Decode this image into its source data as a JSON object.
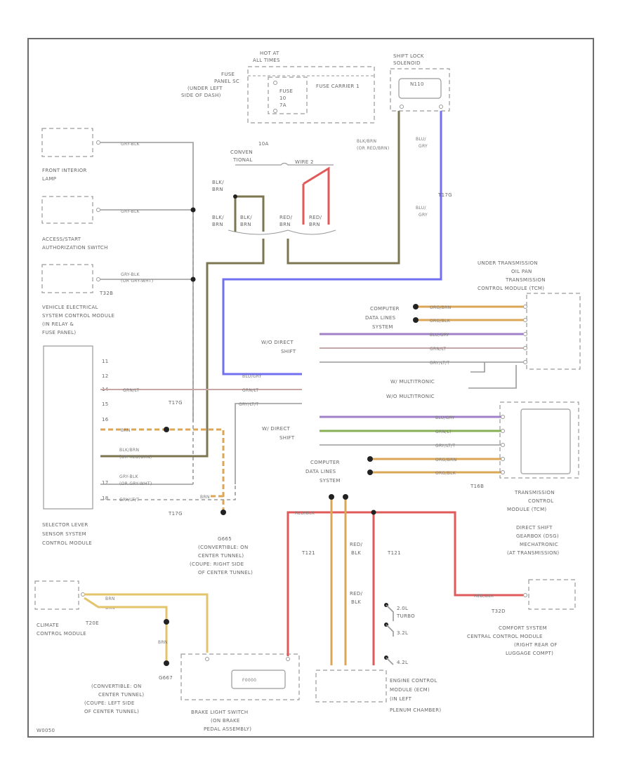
{
  "corner_code": "W0050",
  "fuse": {
    "hot_label": "HOT AT",
    "hot_sub": "ALL TIMES",
    "panel_label": [
      "FUSE",
      "PANEL SC",
      "(UNDER LEFT",
      "SIDE OF DASH)"
    ],
    "fuse_label": "FUSE",
    "fuse_number": "10",
    "fuse_amps": "7A",
    "carrier_label": "FUSE CARRIER 1"
  },
  "shift_lock": {
    "label": [
      "SHIFT LOCK",
      "SOLENOID"
    ],
    "code": "N110"
  },
  "front_interior_lamp": {
    "label": [
      "FRONT INTERIOR",
      "LAMP"
    ],
    "wire": "GRY-BLK"
  },
  "access_switch": {
    "label": [
      "ACCESS/START",
      "AUTHORIZATION SWITCH"
    ],
    "wire": "GRY-BLK"
  },
  "vehicle_electrical": {
    "label": [
      "VEHICLE ELECTRICAL",
      "SYSTEM CONTROL MODULE",
      "(IN RELAY &",
      "FUSE PANEL)"
    ],
    "wire_1": "GRY-BLK",
    "wire_2": "(OR GRY-WHT)",
    "connector": "T32B"
  },
  "conv_top": {
    "amp": "10A",
    "label": "CONVEN",
    "sub": "TIONAL",
    "wire_red": "WIRE 2"
  },
  "splice": {
    "blk_1": "BLK/",
    "blk_1b": "BRN",
    "blk_2": "BLK/",
    "blk_2b": "BRN",
    "blk_3": "BLK/",
    "blk_3b": "BRN",
    "red_1": "RED/",
    "red_1b": "BRN",
    "red_2": "RED/",
    "red_2b": "BRN"
  },
  "blk_brn_top": {
    "line1": "BLK/BRN",
    "line2": "(OR RED/BRN)"
  },
  "blu_gry_top": {
    "line1": "BLU/",
    "line2": "GRY",
    "line3": "BLU/",
    "line4": "GRY",
    "connector": "T17G"
  },
  "under_trans": {
    "label": [
      "UNDER TRANSMISSION",
      "OIL PAN",
      "TRANSMISSION",
      "CONTROL MODULE (TCM)"
    ]
  },
  "computer_data_1": {
    "label": [
      "COMPUTER",
      "DATA LINES",
      "SYSTEM"
    ]
  },
  "direct_shift_1": {
    "label": [
      "W/O DIRECT",
      "SHIFT"
    ]
  },
  "tcm_wires_upper": [
    "ORG/BRN",
    "ORG/BLK",
    "BLU/GRY",
    "GRN/LT",
    "GRY/LT/T"
  ],
  "multitronic": {
    "label_1": "W/ MULTITRONIC",
    "label_2": "W/O MULTITRONIC"
  },
  "selector_module": {
    "pins": [
      "11",
      "12",
      "14",
      "15",
      "16",
      "17",
      "18"
    ],
    "wire_blu_gry": "BLU/GRY",
    "wire_grn_lt": "GRN/LT",
    "wire_brn_gry": "GRY/LT/T",
    "wire_bln": "BRN",
    "wire_blk_brn": "BLK/BRN",
    "wire_blk_brn_alt": "(OR RED/BRN)",
    "wire_gry_blk": "GRY-BLK",
    "wire_gry_blk_alt": "(OR GRY-WHT)",
    "wire_gry_lt": "GRY/LT/T",
    "connector": "T17G",
    "label": [
      "SELECTOR LEVER",
      "SENSOR SYSTEM",
      "CONTROL MODULE"
    ]
  },
  "w_direct_shift": {
    "label": [
      "W/ DIRECT",
      "SHIFT"
    ]
  },
  "tcm_wires_lower": [
    "BLU/GRY",
    "GRN/LT",
    "GRY/LT/T",
    "ORG/BRN",
    "ORG/BLK"
  ],
  "computer_data_2": {
    "label": [
      "COMPUTER",
      "DATA LINES",
      "SYSTEM"
    ]
  },
  "direct_shift_gearbox": {
    "connector": "T16B",
    "label": [
      "TRANSMISSION",
      "CONTROL",
      "MODULE (TCM)"
    ],
    "sub": [
      "DIRECT SHIFT",
      "GEARBOX (DSG)",
      "MECHATRONIC",
      "(AT TRANSMISSION)"
    ]
  },
  "ground_g665": {
    "code": "G665",
    "label": [
      "(CONVERTIBLE: ON",
      "CENTER TUNNEL)",
      "(COUPE: RIGHT SIDE",
      "OF CENTER TUNNEL)"
    ],
    "wire": "BRN"
  },
  "climate": {
    "label": [
      "CLIMATE",
      "CONTROL MODULE"
    ],
    "connector": "T20E",
    "wire_1": "BRN",
    "wire_2": "BRN"
  },
  "ground_g667": {
    "code": "G667",
    "label": [
      "(CONVERTIBLE: ON",
      "CENTER TUNNEL)",
      "(COUPE: LEFT SIDE",
      "OF CENTER TUNNEL)"
    ],
    "wire": "BRN"
  },
  "brake_switch": {
    "label": [
      "BRAKE LIGHT SWITCH",
      "(ON BRAKE",
      "PEDAL ASSEMBLY)"
    ],
    "inner": "F0000"
  },
  "engine_module": {
    "label": [
      "ENGINE CONTROL",
      "MODULE (ECM)",
      "(IN LEFT",
      "PLENUM CHAMBER)"
    ],
    "variants": [
      "2.0L",
      "TURBO",
      "3.2L",
      "4.2L"
    ],
    "wire_red_1": "RED/",
    "wire_red_1b": "BLK",
    "wire_red_2": "RED/",
    "wire_red_2b": "BLK",
    "conn_a": "T121",
    "conn_b": "T121",
    "wire_red_top": "RED/BLK"
  },
  "comfort": {
    "connector": "T32D",
    "wire": "RED/BLK",
    "label": [
      "COMFORT SYSTEM",
      "CENTRAL CONTROL MODULE",
      "(RIGHT REAR OF",
      "LUGGAGE COMPT)"
    ]
  },
  "colors": {
    "frame": "#6c6c6c",
    "olive": "#7d7550",
    "blue": "#7070f0",
    "red": "#e05a5a",
    "orange": "#dca657",
    "green": "#87b055"
  }
}
